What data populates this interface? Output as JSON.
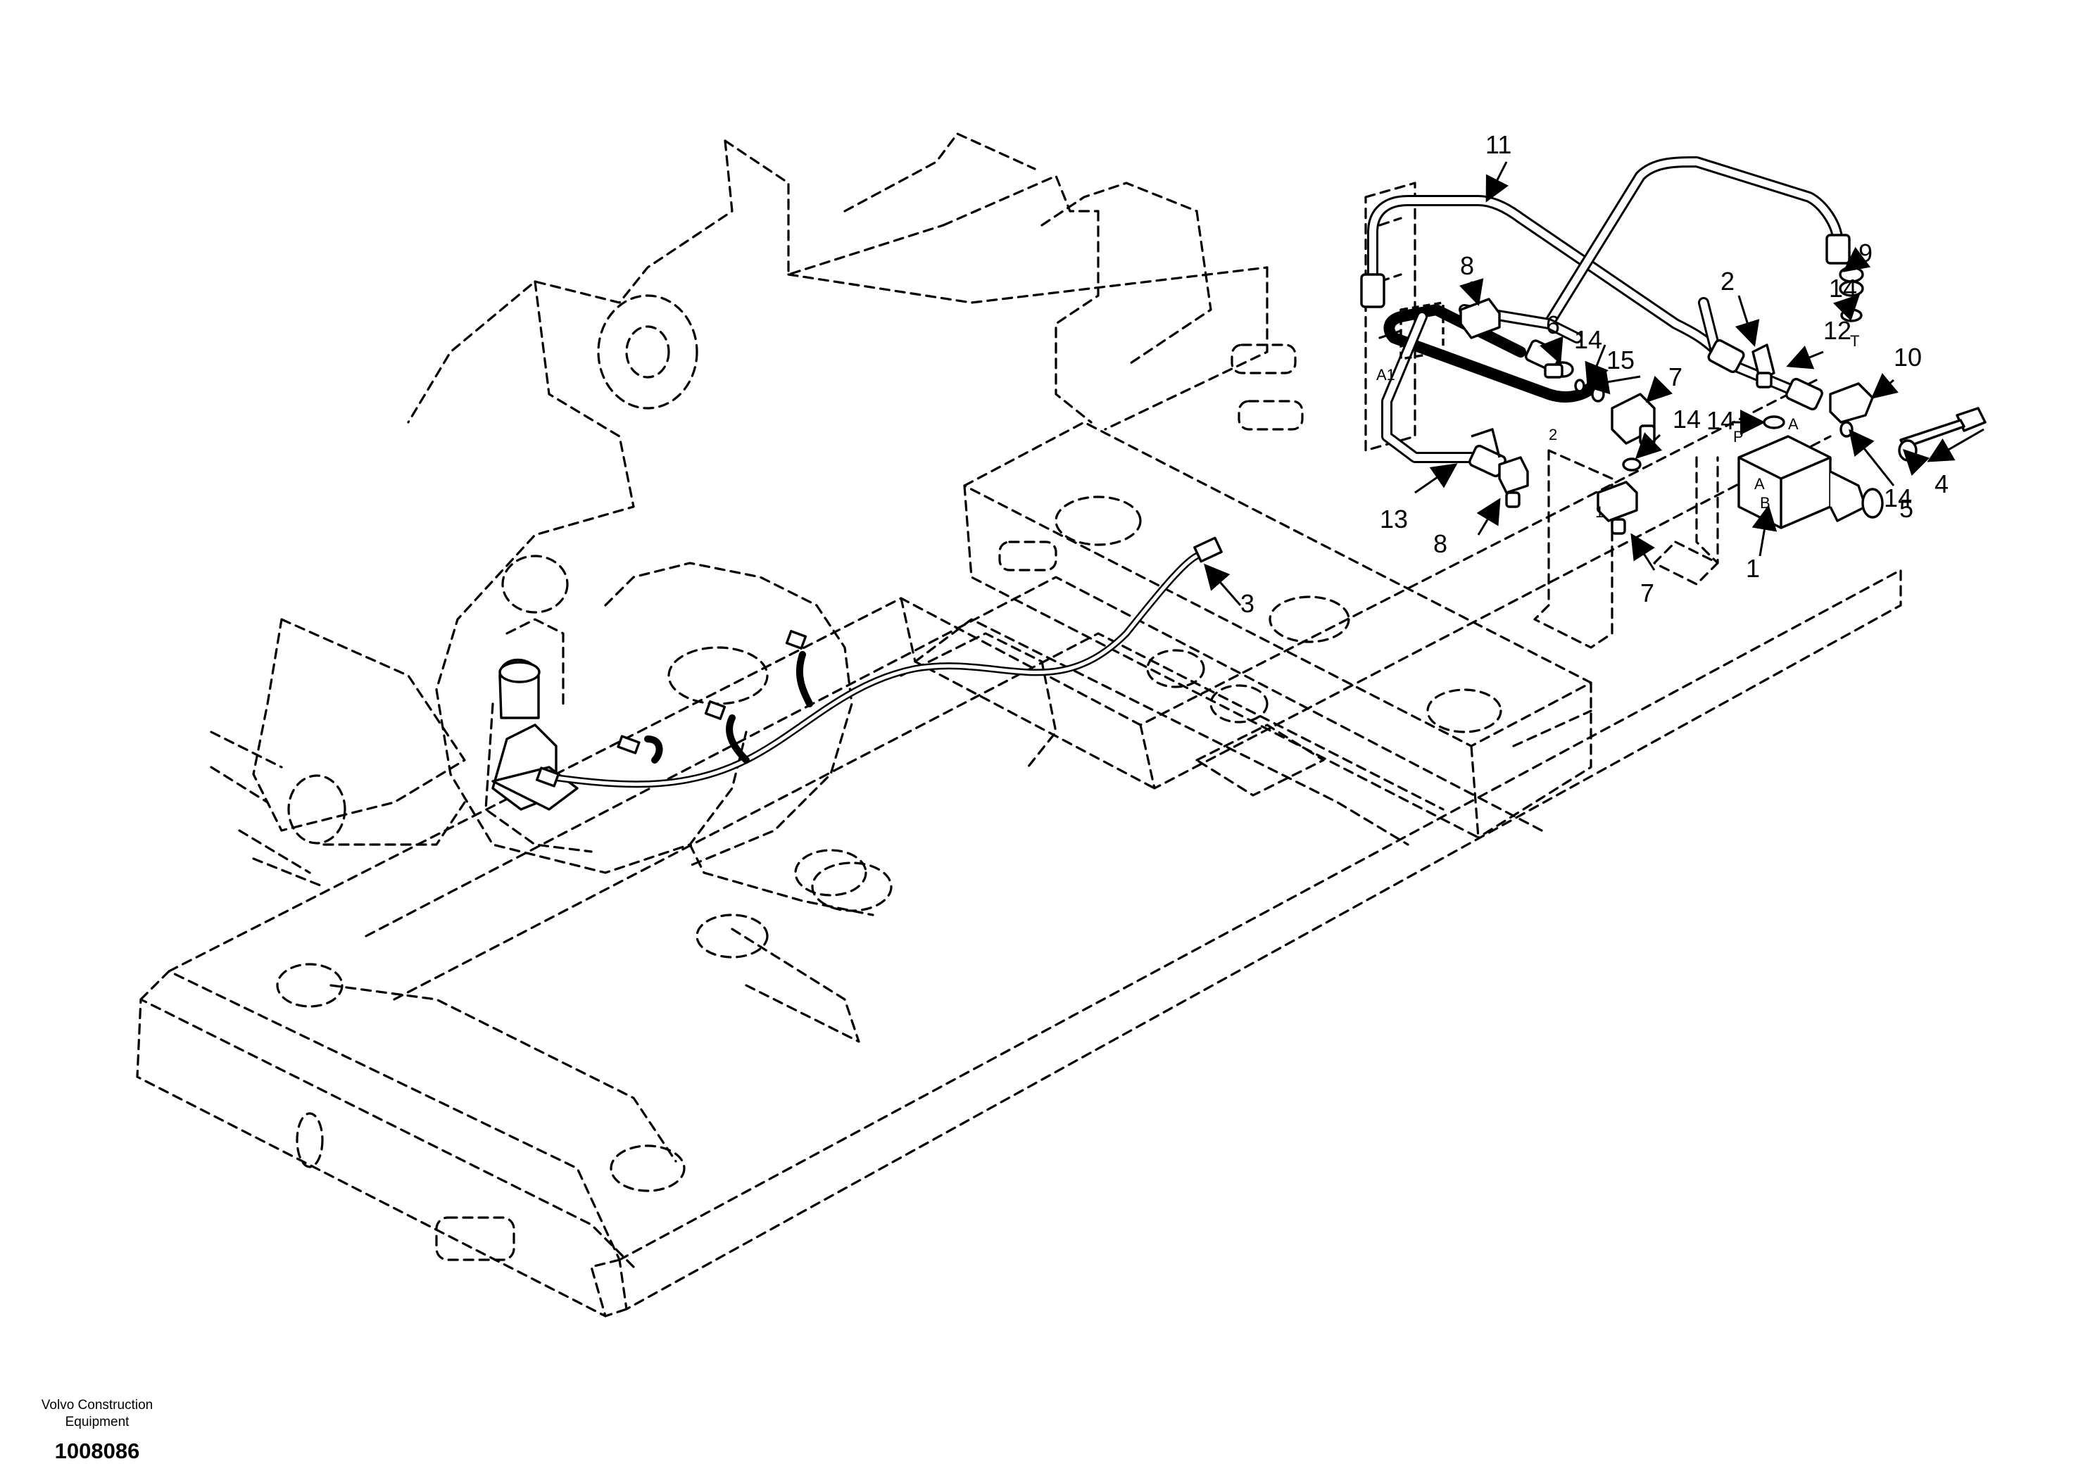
{
  "callouts": [
    "1",
    "2",
    "3",
    "4",
    "5",
    "6",
    "7",
    "7",
    "8",
    "8",
    "9",
    "10",
    "11",
    "12",
    "13",
    "14",
    "14",
    "14",
    "14",
    "14",
    "15"
  ],
  "port_labels": [
    "A1",
    "2",
    "1",
    "P",
    "A",
    "T",
    "A",
    "B"
  ],
  "footer": {
    "company_line1": "Volvo Construction",
    "company_line2": "Equipment",
    "drawing_number": "1008086"
  }
}
